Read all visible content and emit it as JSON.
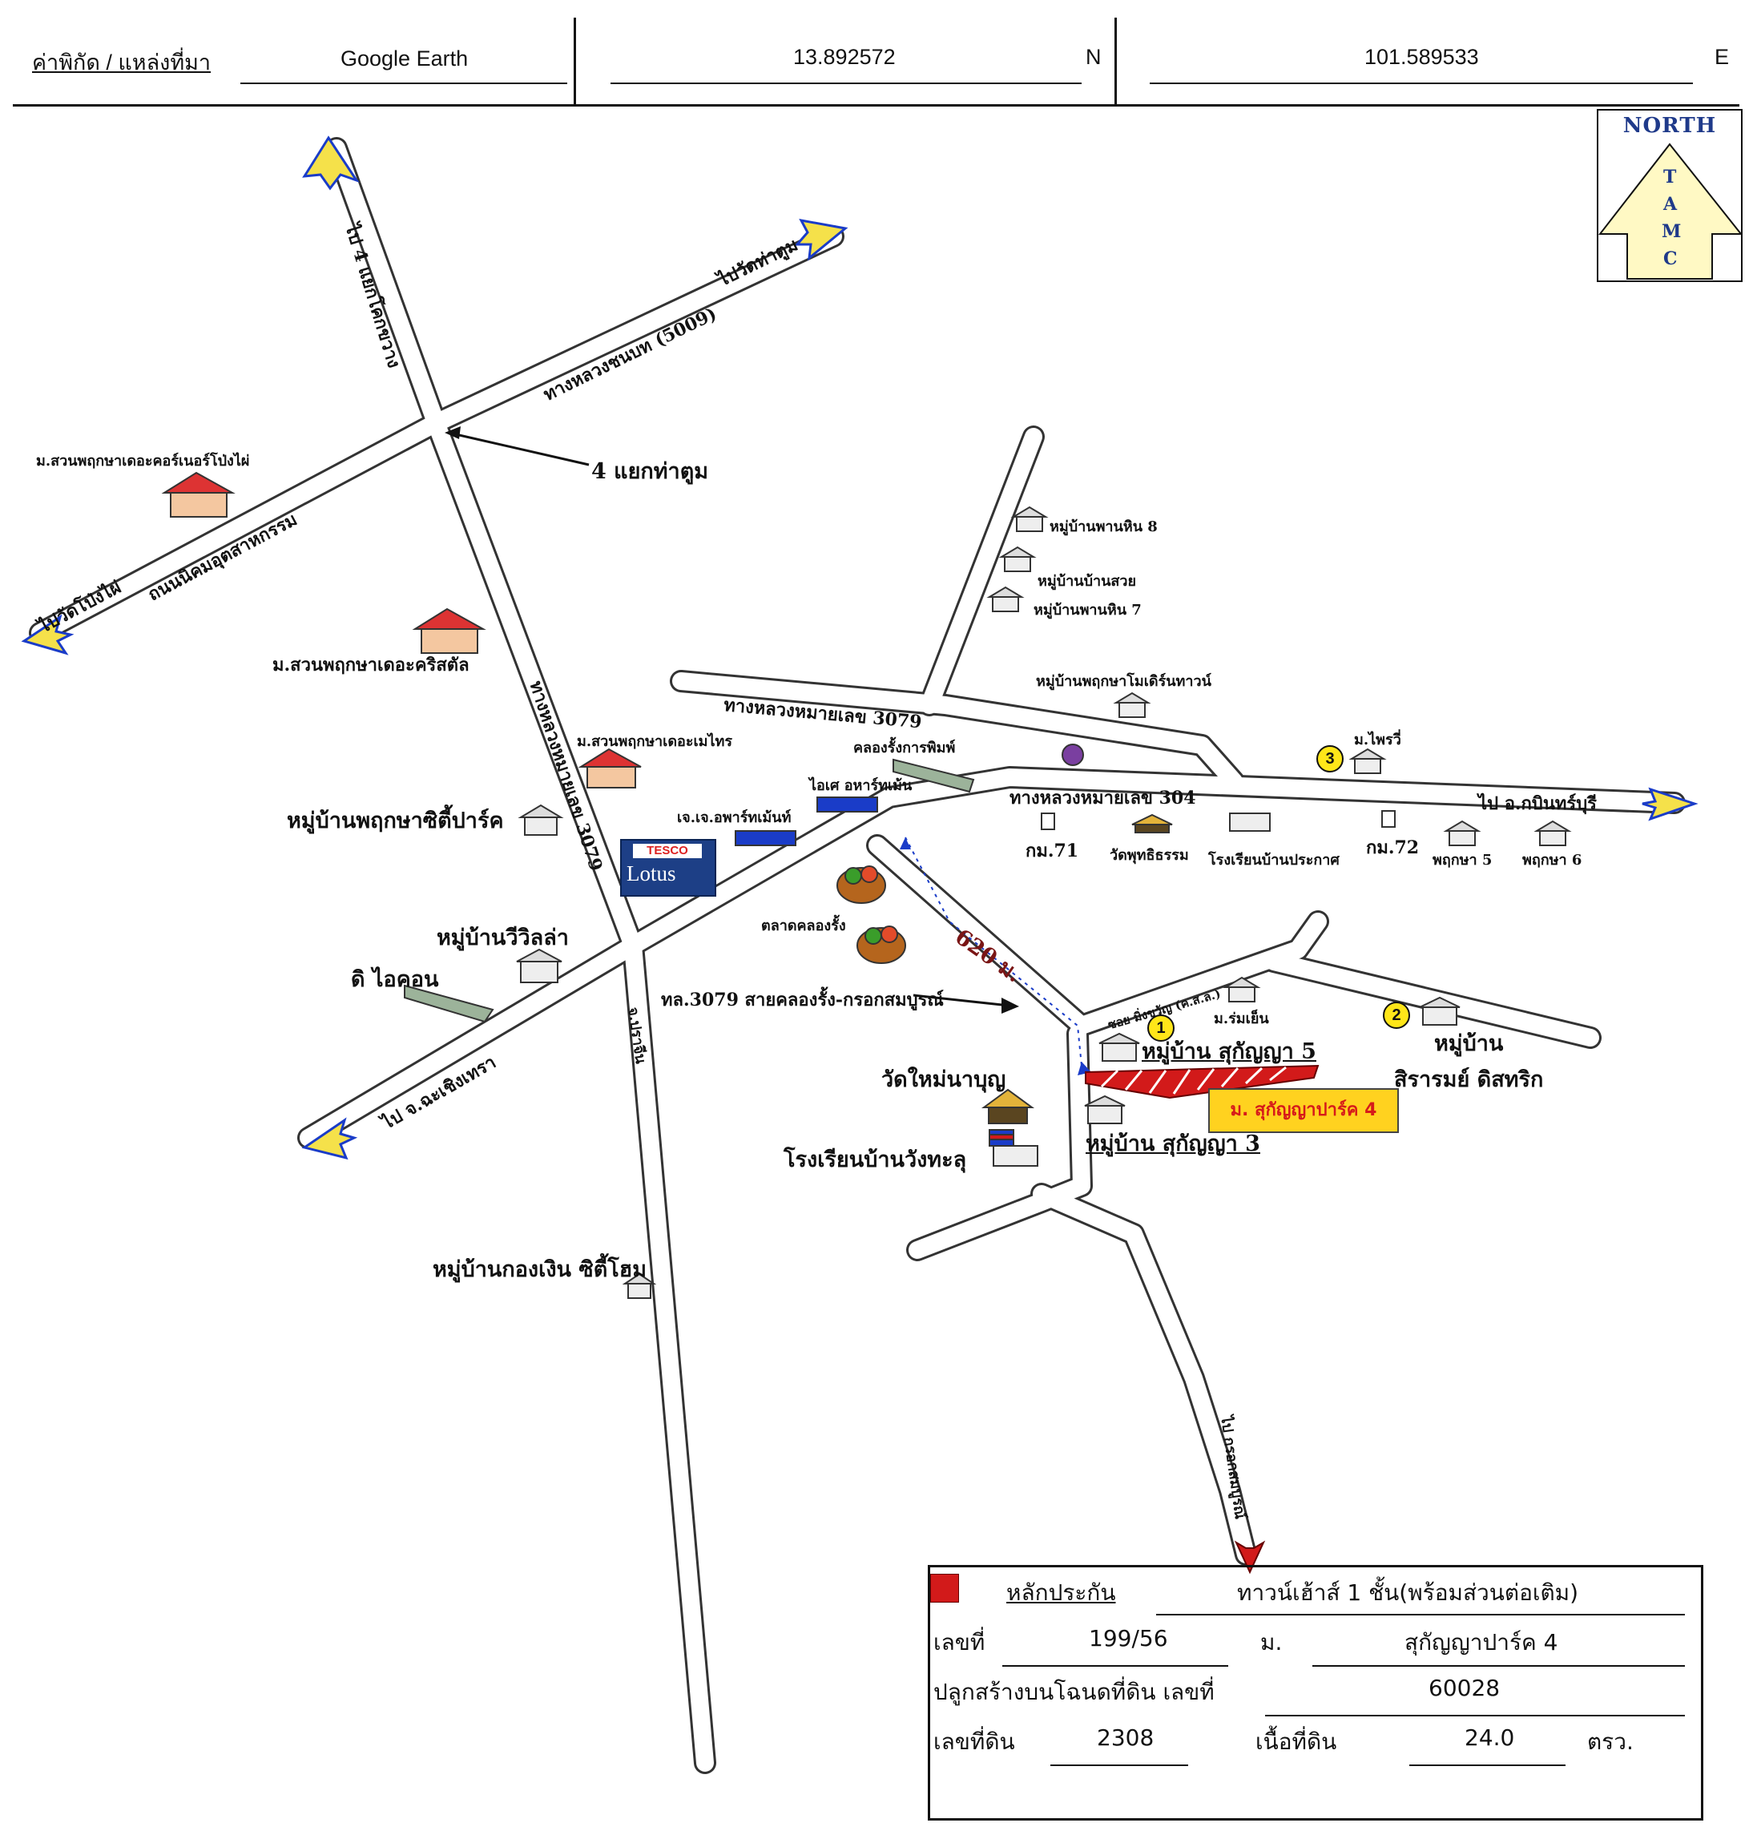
{
  "header": {
    "label": "ค่าพิกัด / แหล่งที่มา",
    "source": "Google Earth",
    "latitude": "13.892572",
    "lat_dir": "N",
    "longitude": "101.589533",
    "lon_dir": "E"
  },
  "north": {
    "title": "NORTH",
    "letters": [
      "T",
      "A",
      "M",
      "C"
    ]
  },
  "roads": {
    "to_4_yaek_kabin": "ไป 4 แยกโคกขวาง",
    "to_wat_tha_tum": "ไปวัดท่าตูม",
    "highway_5009": "ทางหลวงชนบท (5009)",
    "to_wat_pong_phai": "ไปวัดโป่งไผ่",
    "nikhom_road": "ถนนนิคมอุตสาหกรรม",
    "junction": "4 แยกท่าตูม",
    "highway_3079_vertical": "ทางหลวงหมายเลข 3079",
    "highway_3079": "ทางหลวงหมายเลข 3079",
    "highway_304": "ทางหลวงหมายเลข 304",
    "to_kabinburi": "ไป อ.กบินทร์บุรี",
    "to_chachoengsao": "ไป จ.ฉะเชิงเทรา",
    "to_side": "จ.ปราจีน",
    "tl_3079": "ทล.3079 สายคลองรั้ง-กรอกสมบูรณ์",
    "distance": "620 ม.",
    "soi": "ซอย มิ่งขวัญ (ค.ส.ล.)",
    "to_krok_sombun": "ไป กรอกสมบูรณ์"
  },
  "places": {
    "suan_corner": "ม.สวนพฤกษาเดอะคอร์เนอร์โป่งไผ่",
    "suan_crystal": "ม.สวนพฤกษาเดอะคริสตัล",
    "suan_maitri": "ม.สวนพฤกษาเดอะเมไทร",
    "pruksa_city": "หมู่บ้านพฤกษาซิตี้ปาร์ค",
    "villa": "หมู่บ้านวีวิลล่า",
    "icon": "ดิ ไอคอน",
    "kong_ngern": "หมู่บ้านกองเงิน ซิตี้โฮม",
    "printing": "คลองรั้งการพิมพ์",
    "ice": "ไอเศ อหาร์ทเม้น",
    "jj": "เจ.เจ.อพาร์ทเม้นท์",
    "market": "ตลาดคลองรั้ง",
    "phan_hin_8": "หมู่บ้านพานหิน 8",
    "ban_suay": "หมู่บ้านบ้านสวย",
    "phan_hin_7": "หมู่บ้านพานหิน 7",
    "pruksa_modern": "หมู่บ้านพฤกษาโมเดิร์นทาวน์",
    "prai": "ม.ไพรวี่",
    "km71": "กม.71",
    "wat_phutthi": "วัดพุทธิธรรม",
    "school_prakas": "โรงเรียนบ้านประกาศ",
    "km72": "กม.72",
    "pruksa5": "พฤกษา 5",
    "pruksa6": "พฤกษา 6",
    "rom_yen": "ม.ร่มเย็น",
    "sukanya5": "หมู่บ้าน สุกัญญา 5",
    "sirarom": "หมู่บ้าน",
    "sirarom2": "สิรารมย์ ดิสทริก",
    "wat_mai": "วัดใหม่นาบุญ",
    "school_wang": "โรงเรียนบ้านวังทะลุ",
    "sukanya3": "หมู่บ้าน สุกัญญา 3",
    "subject": "ม. สุกัญญาปาร์ค 4",
    "n1": "1",
    "n2": "2",
    "n3": "3"
  },
  "lotus": {
    "tesco": "TESCO",
    "lotus": "Lotus"
  },
  "info": {
    "collateral_label": "หลักประกัน",
    "collateral_value": "ทาวน์เฮ้าส์ 1 ชั้น(พร้อมส่วนต่อเติม)",
    "number_label": "เลขที่",
    "number_value": "199/56",
    "village_label": "ม.",
    "village_value": "สุกัญญาปาร์ค 4",
    "deed_label": "ปลูกสร้างบนโฉนดที่ดิน เลขที่",
    "deed_value": "60028",
    "land_no_label": "เลขที่ดิน",
    "land_no_value": "2308",
    "area_label": "เนื้อที่ดิน",
    "area_value": "24.0",
    "area_unit": "ตรว."
  },
  "colors": {
    "road_fill": "#ffffff",
    "road_edge": "#333333",
    "arrow_yellow": "#f5e14a",
    "arrow_outline": "#1a3cc8",
    "subject_red": "#d21a1a",
    "box_yellow": "#ffd21f",
    "north_blue": "#1f3a8a"
  }
}
